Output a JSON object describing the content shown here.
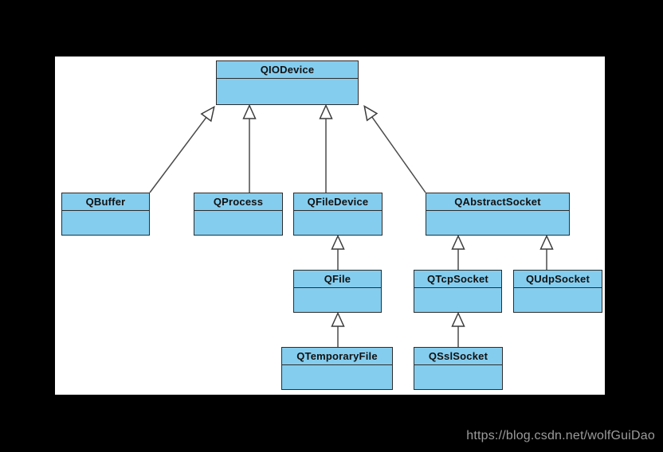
{
  "diagram": {
    "type": "uml-class-inheritance",
    "classes": [
      {
        "name": "QIODevice"
      },
      {
        "name": "QBuffer"
      },
      {
        "name": "QProcess"
      },
      {
        "name": "QFileDevice"
      },
      {
        "name": "QAbstractSocket"
      },
      {
        "name": "QFile"
      },
      {
        "name": "QTcpSocket"
      },
      {
        "name": "QUdpSocket"
      },
      {
        "name": "QTemporaryFile"
      },
      {
        "name": "QSslSocket"
      }
    ],
    "relations": [
      {
        "from": "QBuffer",
        "to": "QIODevice",
        "type": "inheritance"
      },
      {
        "from": "QProcess",
        "to": "QIODevice",
        "type": "inheritance"
      },
      {
        "from": "QFileDevice",
        "to": "QIODevice",
        "type": "inheritance"
      },
      {
        "from": "QAbstractSocket",
        "to": "QIODevice",
        "type": "inheritance"
      },
      {
        "from": "QFile",
        "to": "QFileDevice",
        "type": "inheritance"
      },
      {
        "from": "QTemporaryFile",
        "to": "QFile",
        "type": "inheritance"
      },
      {
        "from": "QTcpSocket",
        "to": "QAbstractSocket",
        "type": "inheritance"
      },
      {
        "from": "QUdpSocket",
        "to": "QAbstractSocket",
        "type": "inheritance"
      },
      {
        "from": "QSslSocket",
        "to": "QTcpSocket",
        "type": "inheritance"
      }
    ]
  },
  "watermark": {
    "text": "https://blog.csdn.net/wolfGuiDao"
  },
  "colors": {
    "page_bg": "#000000",
    "panel_bg": "#ffffff",
    "box_fill": "#85cdee",
    "box_border": "#2d2d2d",
    "arrow_stroke": "#4a4a4a",
    "watermark_text": "#9b9b9b"
  }
}
